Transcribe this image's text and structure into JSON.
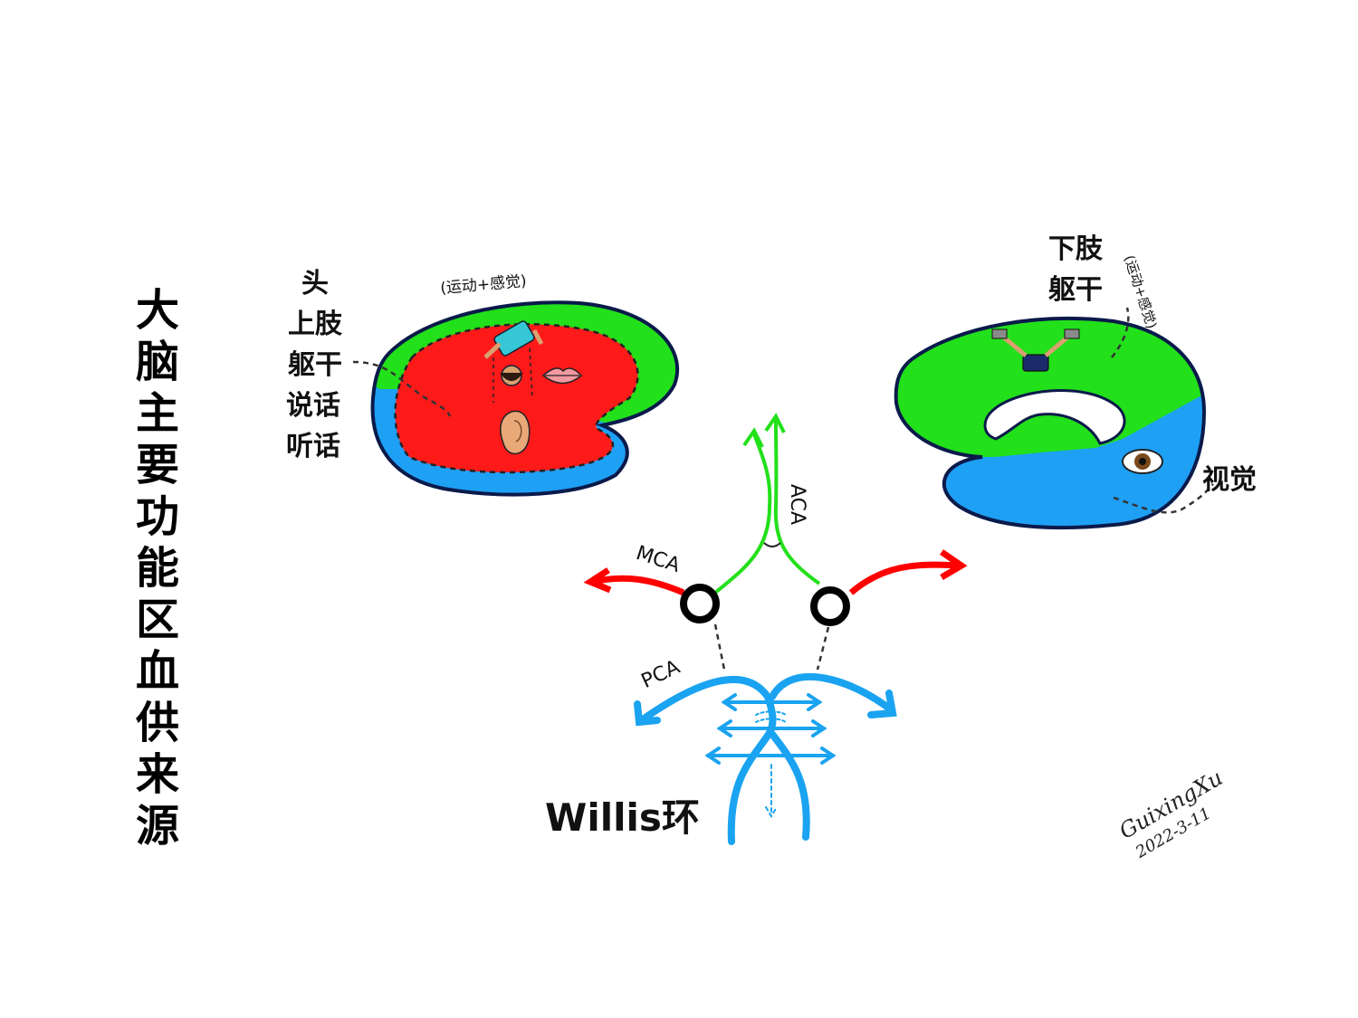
{
  "title_chars": [
    "大",
    "脑",
    "主",
    "要",
    "功",
    "能",
    "区",
    "血",
    "供",
    "来",
    "源"
  ],
  "lateral": {
    "labels": [
      "头",
      "上肢",
      "躯干",
      "说话",
      "听话"
    ],
    "caption": "(运动+感觉)"
  },
  "medial": {
    "labels": [
      "下肢",
      "躯干"
    ],
    "caption": "(运动+感觉)",
    "vision_label": "视觉"
  },
  "arteries": {
    "aca": "ACA",
    "mca": "MCA",
    "pca": "PCA"
  },
  "willis_label": "Willis环",
  "signature": {
    "name": "GuixingXu",
    "date": "2022-3-11"
  },
  "colors": {
    "aca_green": "#22e01a",
    "mca_red": "#ff0000",
    "pca_blue": "#1aa3f0",
    "outline": "#0a1a4a"
  },
  "icons": [
    "homunculus-figure-icon",
    "lips-icon",
    "ear-icon",
    "leg-figure-icon",
    "eye-icon"
  ]
}
